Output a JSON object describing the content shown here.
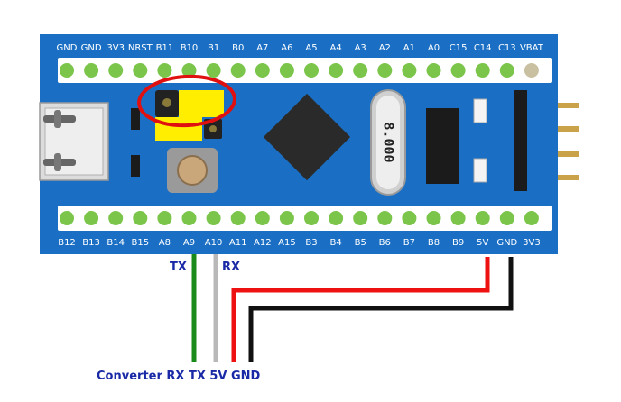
{
  "board": {
    "top_pins": [
      "GND",
      "GND",
      "3V3",
      "NRST",
      "B11",
      "B10",
      "B1",
      "B0",
      "A7",
      "A6",
      "A5",
      "A4",
      "A3",
      "A2",
      "A1",
      "A0",
      "C15",
      "C14",
      "C13",
      "VBAT"
    ],
    "bottom_pins": [
      "B12",
      "B13",
      "B14",
      "B15",
      "A8",
      "A9",
      "A10",
      "A11",
      "A12",
      "A15",
      "B3",
      "B4",
      "B5",
      "B6",
      "B7",
      "B8",
      "B9",
      "5V",
      "GND",
      "3V3"
    ],
    "crystal_label": "8.000",
    "colors": {
      "pcb": "#1a6fc4",
      "pin_pad": "#7bc54a",
      "header": "#1b1b1b"
    }
  },
  "wires": {
    "tx_label": "TX",
    "rx_label": "RX",
    "colors": {
      "tx": "#1a8a1a",
      "rx": "#b8b8b8",
      "v5": "#ee1111",
      "gnd": "#111111"
    }
  },
  "converter_label": "Converter RX TX 5V GND",
  "highlight_color": "#e01010"
}
